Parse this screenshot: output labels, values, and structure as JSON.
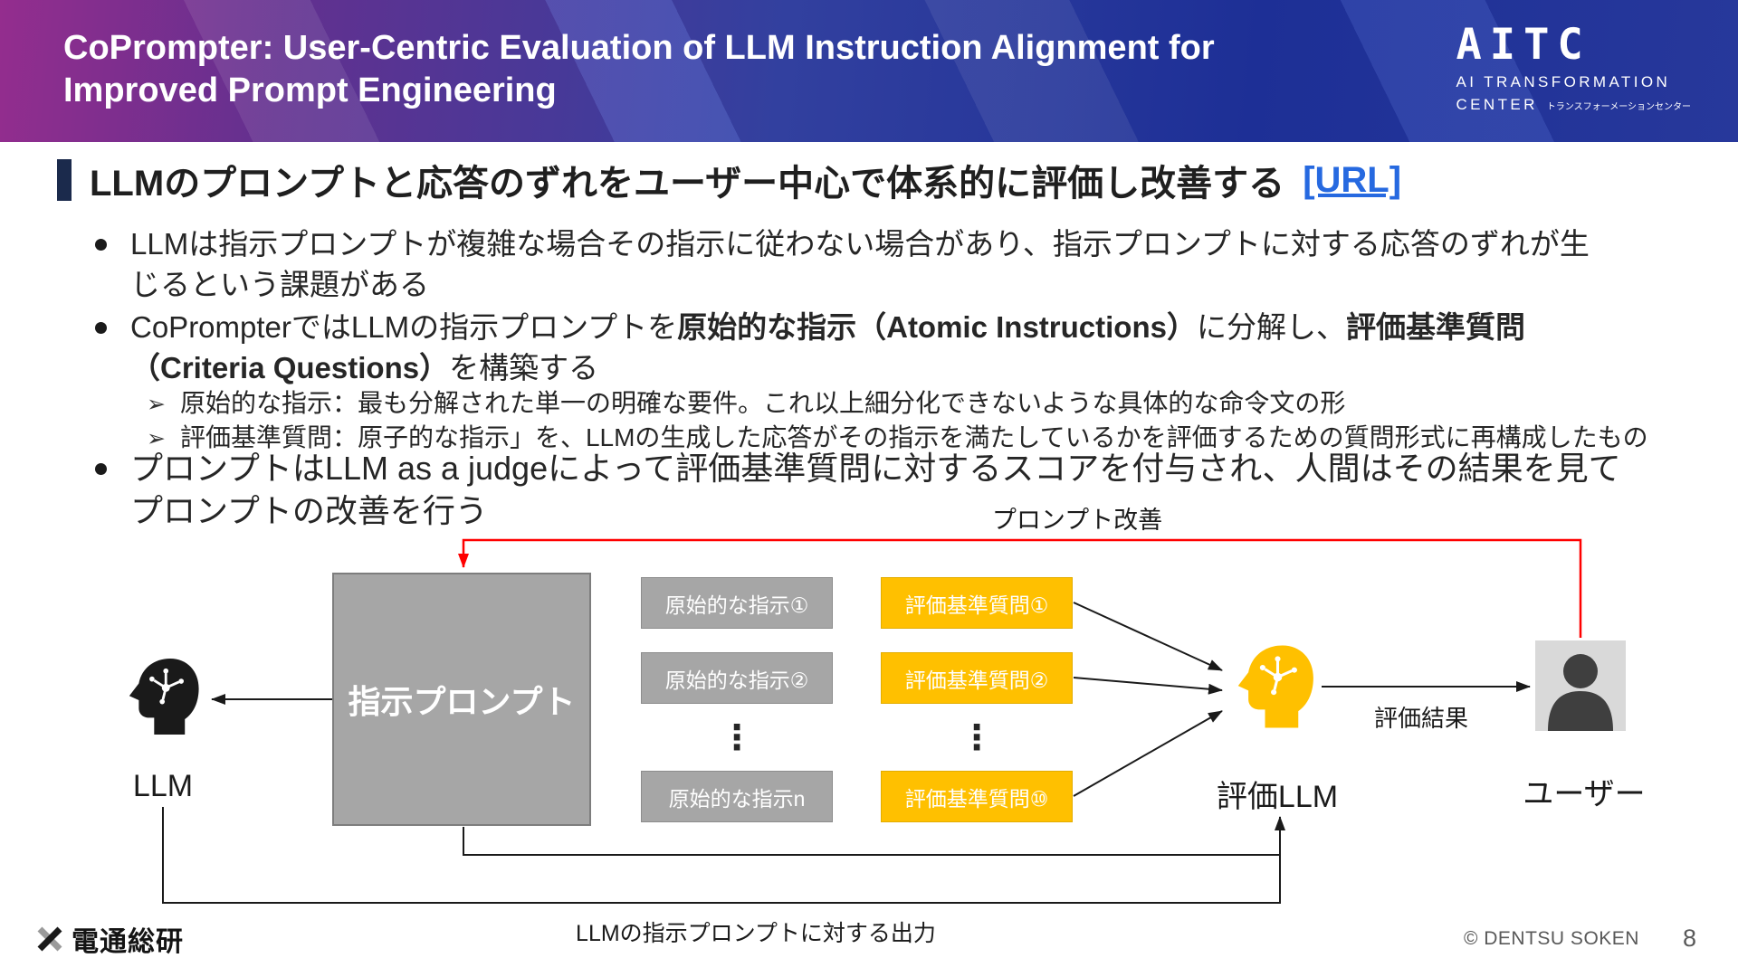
{
  "colors": {
    "header_gradient_left": "#942D8E",
    "header_gradient_mid": "#32409F",
    "header_gradient_right": "#1D2F96",
    "accent_yellow": "#FFC000",
    "box_gray": "#A6A6A6",
    "arrow_red": "#FF0000",
    "link_blue": "#2669E0",
    "heading_bar_navy": "#1B2A4C",
    "footer_gray": "#595959"
  },
  "header": {
    "title_line1": "CoPrompter: User-Centric Evaluation of LLM Instruction Alignment for",
    "title_line2": "Improved Prompt Engineering",
    "logo": {
      "main": "AITC",
      "line2": "AI TRANSFORMATION",
      "line3": "CENTER",
      "line3_small": "トランスフォーメーションセンター"
    }
  },
  "heading": {
    "text": "LLMのプロンプトと応答のずれをユーザー中心で体系的に評価し改善する",
    "link_label": "[URL]"
  },
  "bullets": {
    "b1": "LLMは指示プロンプトが複雑な場合その指示に従わない場合があり、指示プロンプトに対する応答のずれが生じるという課題がある",
    "b2": {
      "pre": "CoPrompterではLLMの指示プロンプトを",
      "bold1": "原始的な指示（Atomic Instructions）",
      "mid": "に分解し、",
      "bold2": "評価基準質問（Criteria Questions）",
      "post": "を構築する"
    },
    "sub_marker": "➢",
    "sub1": "原始的な指示：最も分解された単一の明確な要件。これ以上細分化できないような具体的な命令文の形",
    "sub2": "評価基準質問：原子的な指示」を、LLMの生成した応答がその指示を満たしているかを評価するための質問形式に再構成したもの",
    "b3": "プロンプトはLLM as a judgeによって評価基準質問に対するスコアを付与され、人間はその結果を見てプロンプトの改善を行う"
  },
  "diagram": {
    "prompt_improvement": "プロンプト改善",
    "instruction_prompt": "指示プロンプト",
    "atomic_boxes": [
      "原始的な指示①",
      "原始的な指示②",
      "原始的な指示n"
    ],
    "criteria_boxes": [
      "評価基準質問①",
      "評価基準質問②",
      "評価基準質問⑩"
    ],
    "ellipsis": "⋮",
    "llm_label": "LLM",
    "eval_llm_label": "評価LLM",
    "user_label": "ユーザー",
    "eval_result": "評価結果",
    "llm_output": "LLMの指示プロンプトに対する出力"
  },
  "footer": {
    "company": "電通総研",
    "copyright": "© DENTSU SOKEN",
    "page_number": "8"
  }
}
